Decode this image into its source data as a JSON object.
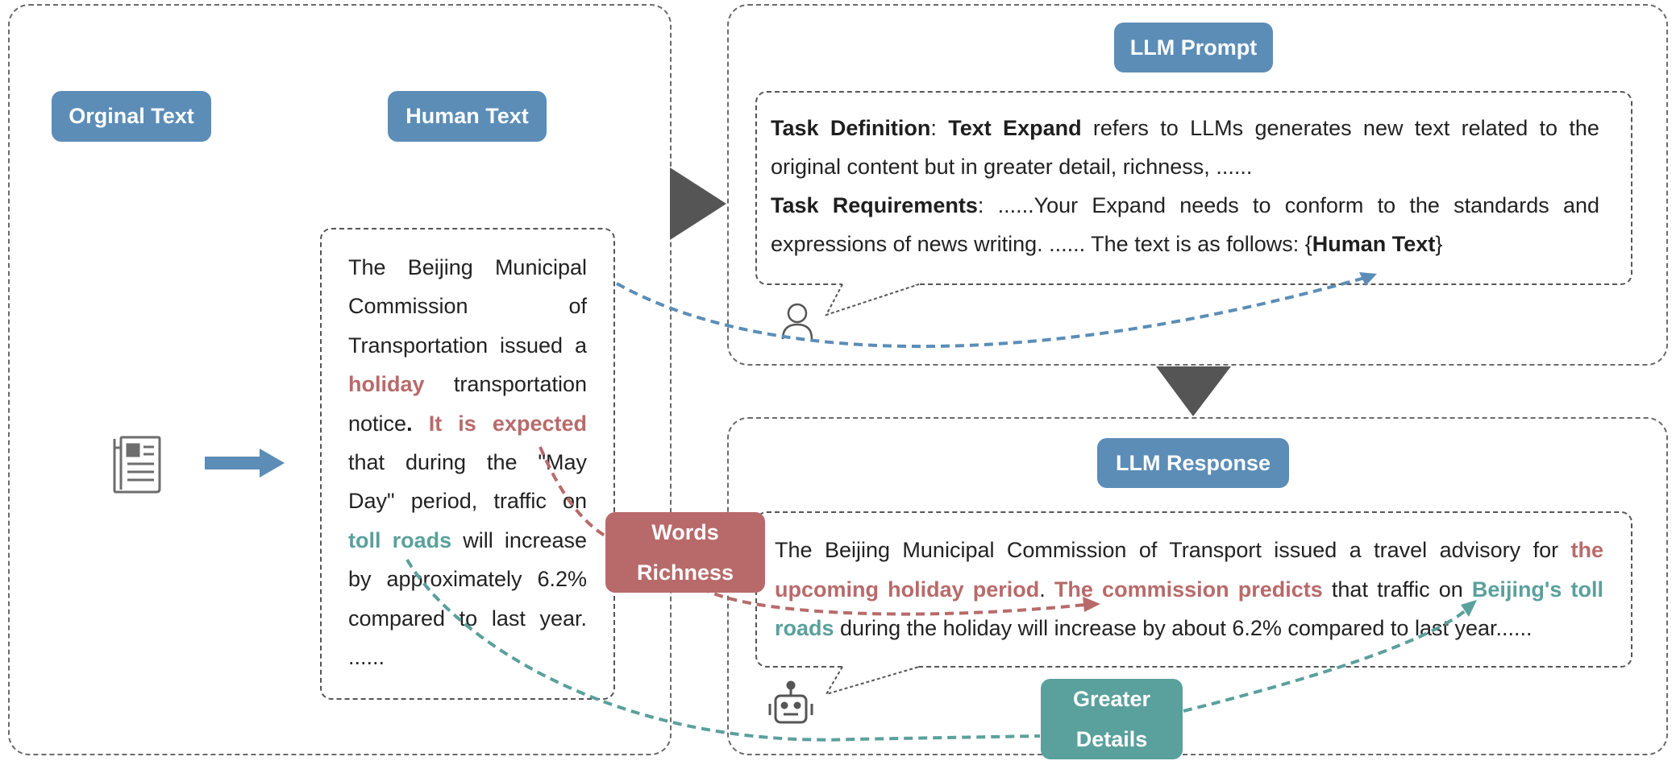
{
  "labels": {
    "original_text": "Orginal Text",
    "human_text": "Human Text",
    "llm_prompt": "LLM Prompt",
    "llm_response": "LLM Response",
    "words_richness_1": "Words",
    "words_richness_2": "Richness",
    "greater_details_1": "Greater",
    "greater_details_2": "Details"
  },
  "human_text": {
    "p1": "The Beijing Municipal Commission of Transportation issued a ",
    "hl1": "holiday",
    "p2": " transportation notice",
    "p3": ". ",
    "hl2": "It is expected",
    "p4": " that during the \"May Day\" period, traffic on ",
    "hl3": "toll roads",
    "p5": " will increase by approximately 6.2% compared to last year. ......"
  },
  "prompt": {
    "task_def_label": "Task Definition",
    "colon1": ": ",
    "task_name": "Text Expand",
    "task_def_text": " refers to LLMs generates new text related to the original content but in greater detail, richness, ......",
    "task_req_label": "Task Requirements",
    "task_req_text": ": ......Your Expand needs to conform to the standards and expressions of news writing. ...... The text is as follows: {",
    "human_text_ref": "Human Text",
    "close_brace": "}"
  },
  "response": {
    "r1": "The Beijing Municipal Commission of Transport issued a travel advisory for ",
    "hl1": "the upcoming holiday period",
    "r2": ". ",
    "hl2": "The commission predicts",
    "r3": " that traffic on ",
    "hl3": "Beijing's toll roads",
    "r4": " during the holiday will increase by about 6.2% compared to last year......"
  },
  "colors": {
    "pill_blue": "#5b8db7",
    "richness_red": "#b86a6a",
    "details_teal": "#5aa09c",
    "arrow_dark": "#555555"
  },
  "icons": [
    "newspaper-icon",
    "right-arrow-icon",
    "user-icon",
    "robot-icon"
  ]
}
